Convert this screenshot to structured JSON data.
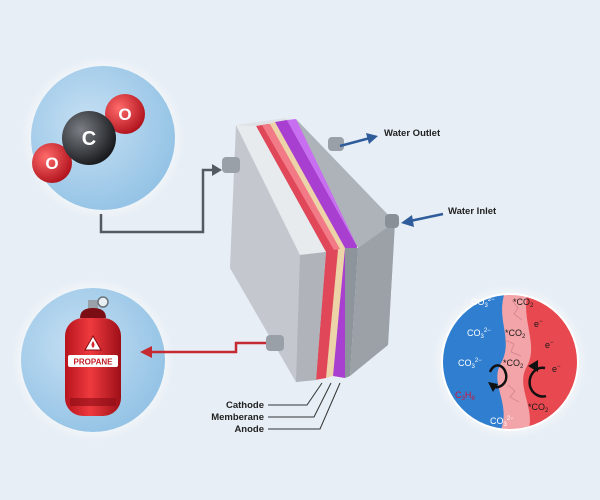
{
  "labels": {
    "water_outlet": "Water Outlet",
    "water_inlet": "Water Inlet",
    "cathode": "Cathode",
    "membrane": "Memberane",
    "anode": "Anode"
  },
  "co2_molecule": {
    "atom_left": "O",
    "atom_center": "C",
    "atom_right": "O"
  },
  "tank": {
    "label": "PROPANE"
  },
  "reaction_zone": {
    "species": [
      {
        "id": "co3_1",
        "base": "CO",
        "sub": "3",
        "sup": "2−"
      },
      {
        "id": "co3_2",
        "base": "CO",
        "sub": "3",
        "sup": "2−"
      },
      {
        "id": "co3_3",
        "base": "CO",
        "sub": "3",
        "sup": "2−"
      },
      {
        "id": "co3_4",
        "base": "CO",
        "sub": "3",
        "sup": "2−"
      },
      {
        "id": "co2_1",
        "base": "*CO",
        "sub": "2",
        "sup": ""
      },
      {
        "id": "co2_2",
        "base": "*CO",
        "sub": "2",
        "sup": ""
      },
      {
        "id": "co2_3",
        "base": "*CO",
        "sub": "2",
        "sup": ""
      },
      {
        "id": "co2_4",
        "base": "*CO",
        "sub": "2",
        "sup": ""
      },
      {
        "id": "c3h8",
        "base": "C",
        "sub": "3",
        "mid": "H",
        "sub2": "8"
      }
    ],
    "electron": "e",
    "electron_sup": "−"
  },
  "colors": {
    "background": "#e7eef5",
    "cathode": "#e0485a",
    "membrane": "#ecd4a8",
    "anode": "#a83fd0",
    "plate": "#c8ccd2",
    "arrow_blue": "#2f5c9a",
    "arrow_red": "#c52a33",
    "pipe_gray": "#555a60"
  }
}
